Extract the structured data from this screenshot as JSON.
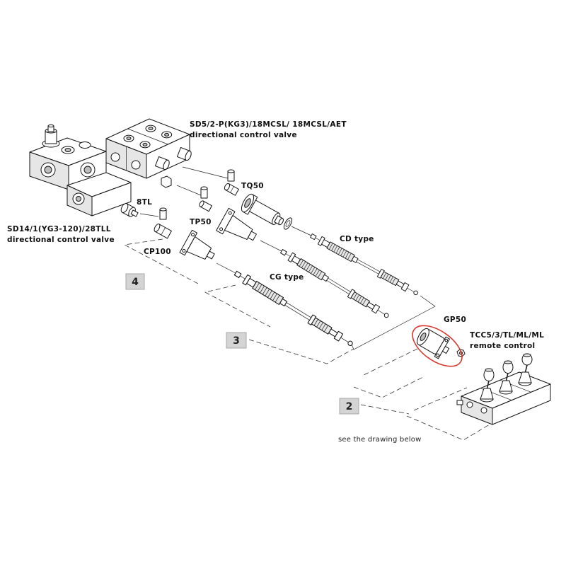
{
  "valves": {
    "sd5": {
      "model": "SD5/2-P(KG3)/18MCSL/ 18MCSL/AET",
      "desc": "directional control valve"
    },
    "sd14": {
      "model": "SD14/1(YG3-120)/28TLL",
      "desc": "directional control valve"
    }
  },
  "parts": {
    "tq50": "TQ50",
    "tl8": "8TL",
    "tp50": "TP50",
    "cp100": "CP100",
    "gp50": "GP50"
  },
  "cables": {
    "cd": "CD type",
    "cg": "CG type"
  },
  "remote": {
    "model": "TCC5/3/TL/ML/ML",
    "desc": "remote control"
  },
  "groups": [
    "4",
    "3",
    "2"
  ],
  "note": "see the drawing below",
  "colors": {
    "highlight": "#d9382e",
    "group_box": "#d4d4d4",
    "line": "#111111"
  }
}
